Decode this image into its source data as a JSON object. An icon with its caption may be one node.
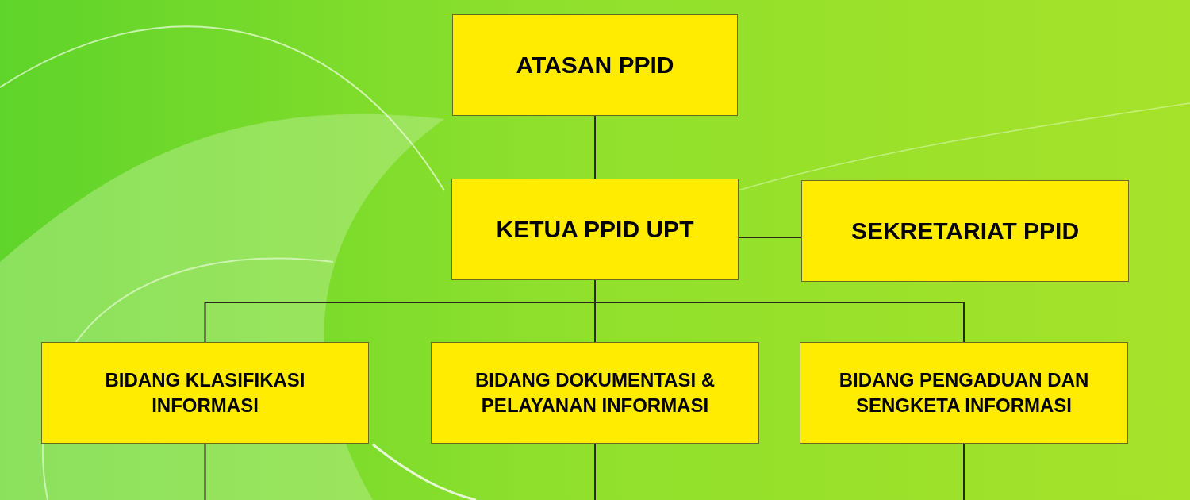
{
  "diagram": {
    "nodes": [
      {
        "text": [
          "ATASAN PPID"
        ]
      },
      {
        "text": [
          "KETUA PPID UPT"
        ]
      },
      {
        "text": [
          "SEKRETARIAT PPID"
        ]
      },
      {
        "text": [
          "BIDANG KLASIFIKASI INFORMASI"
        ]
      },
      {
        "text": [
          "BIDANG DOKUMENTASI & PELAYANAN INFORMASI"
        ]
      },
      {
        "text": [
          "BIDANG PENGADUAN DAN SENGKETA INFORMASI"
        ]
      }
    ],
    "edges": [
      {
        "from": 0,
        "to": 1,
        "arrow": "none"
      },
      {
        "from": 1,
        "to": 2,
        "arrow": "none"
      },
      {
        "from": 1,
        "to": 3,
        "arrow": "none"
      },
      {
        "from": 1,
        "to": 4,
        "arrow": "none"
      },
      {
        "from": 1,
        "to": 5,
        "arrow": "none"
      },
      {
        "from": 3,
        "to": null,
        "arrow": "none"
      },
      {
        "from": 4,
        "to": null,
        "arrow": "none"
      },
      {
        "from": 5,
        "to": null,
        "arrow": "none"
      }
    ]
  }
}
